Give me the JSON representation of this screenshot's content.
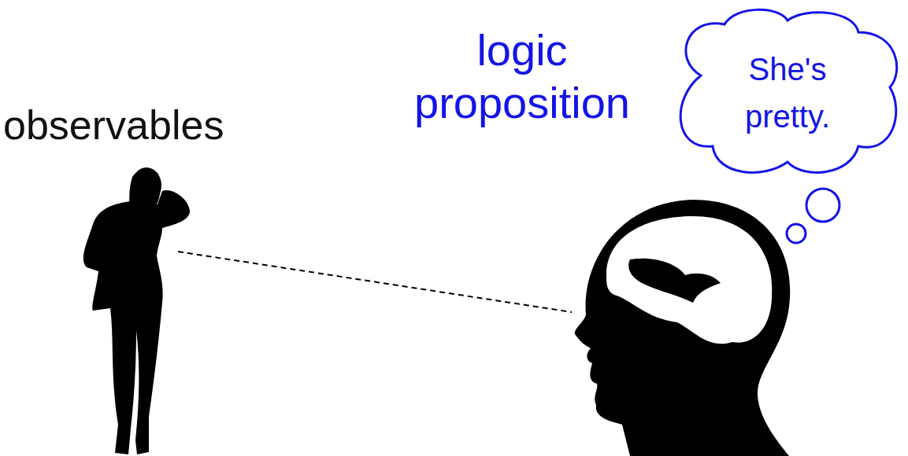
{
  "diagram": {
    "nodes": [
      {
        "text": [
          "She's pretty."
        ]
      }
    ],
    "labels": [
      "observables",
      "logic proposition"
    ]
  }
}
